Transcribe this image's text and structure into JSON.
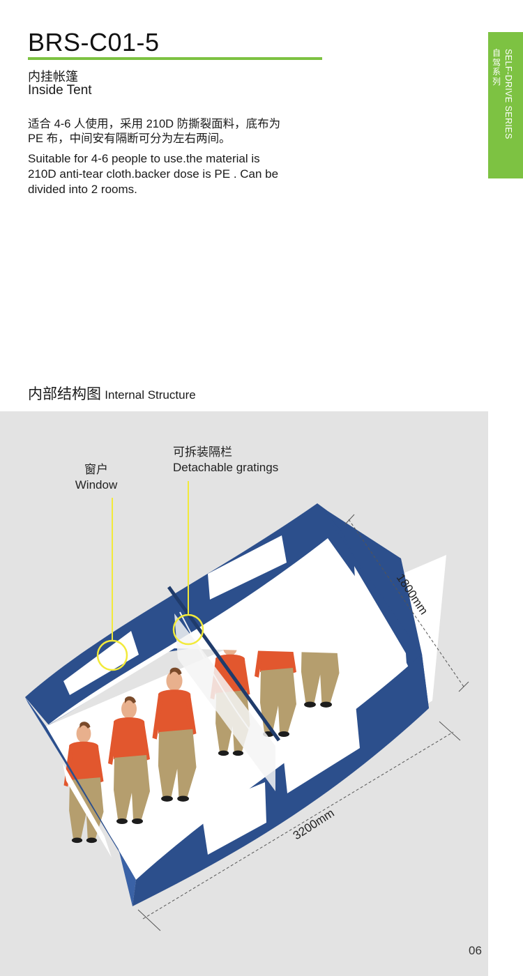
{
  "model": "BRS-C01-5",
  "product_name": {
    "cn": "内挂帐篷",
    "en": "Inside Tent"
  },
  "description": {
    "cn_lines": [
      "适合 4-6 人使用，采用 210D 防撕裂面料，底布为",
      "PE 布，中间安有隔断可分为左右两间。"
    ],
    "en_lines": [
      "Suitable for 4-6 people to use.the material is",
      "210D anti-tear cloth.backer dose is PE . Can be",
      "divided into 2 rooms."
    ]
  },
  "side_tab": {
    "cn": "自驾系列",
    "en": "SELF-DRIVE SERIES"
  },
  "section": {
    "cn": "内部结构图",
    "en": "Internal Structure"
  },
  "callouts": {
    "window": {
      "cn": "窗户",
      "en": "Window"
    },
    "grating": {
      "cn": "可拆装隔栏",
      "en": "Detachable gratings"
    }
  },
  "dimensions": {
    "width": "1800mm",
    "length": "3200mm"
  },
  "page_number": "06",
  "colors": {
    "accent_green": "#7dc242",
    "panel_gray": "#e3e3e3",
    "tent_blue": "#2c4f8c",
    "tent_blue_light": "#3a62a6",
    "callout_yellow": "#f2ea3a",
    "shirt": "#e2572e",
    "pants": "#b59e6e",
    "skin": "#e8b08d"
  }
}
